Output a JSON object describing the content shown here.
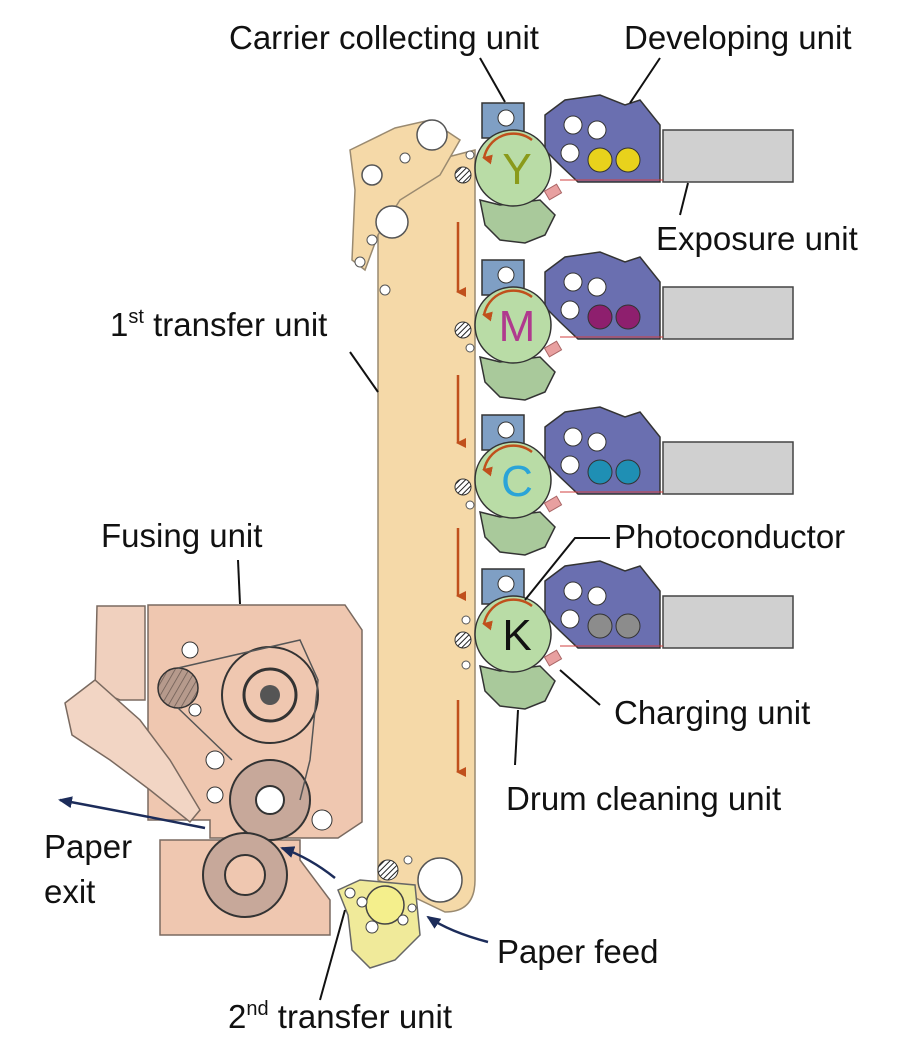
{
  "labels": {
    "carrier_collecting": "Carrier collecting unit",
    "developing": "Developing unit",
    "exposure": "Exposure unit",
    "first_transfer_main": "1",
    "first_transfer_sup": "st",
    "first_transfer_rest": " transfer unit",
    "fusing": "Fusing unit",
    "photoconductor": "Photoconductor",
    "charging": "Charging unit",
    "drum_cleaning": "Drum cleaning unit",
    "paper_exit_line1": "Paper",
    "paper_exit_line2": "exit",
    "paper_feed": "Paper feed",
    "second_transfer_main": "2",
    "second_transfer_sup": "nd",
    "second_transfer_rest": " transfer unit"
  },
  "drums": [
    {
      "letter": "Y",
      "color": "#8a9a1a",
      "toner": "#e8d21c"
    },
    {
      "letter": "M",
      "color": "#b03a8e",
      "toner": "#8e1f6e"
    },
    {
      "letter": "C",
      "color": "#2aa4d8",
      "toner": "#1f8fb4"
    },
    {
      "letter": "K",
      "color": "#111111",
      "toner": "#8c8c8c"
    }
  ],
  "colors": {
    "belt": "#f5d9a8",
    "drum": "#b9dca6",
    "developer": "#6a6fb0",
    "cleaning": "#a9c99b",
    "exposure": "#d0d0d0",
    "fuser": "#efc7b0",
    "arrow": "#c0501c",
    "paper_arrow": "#1c2c5a"
  }
}
